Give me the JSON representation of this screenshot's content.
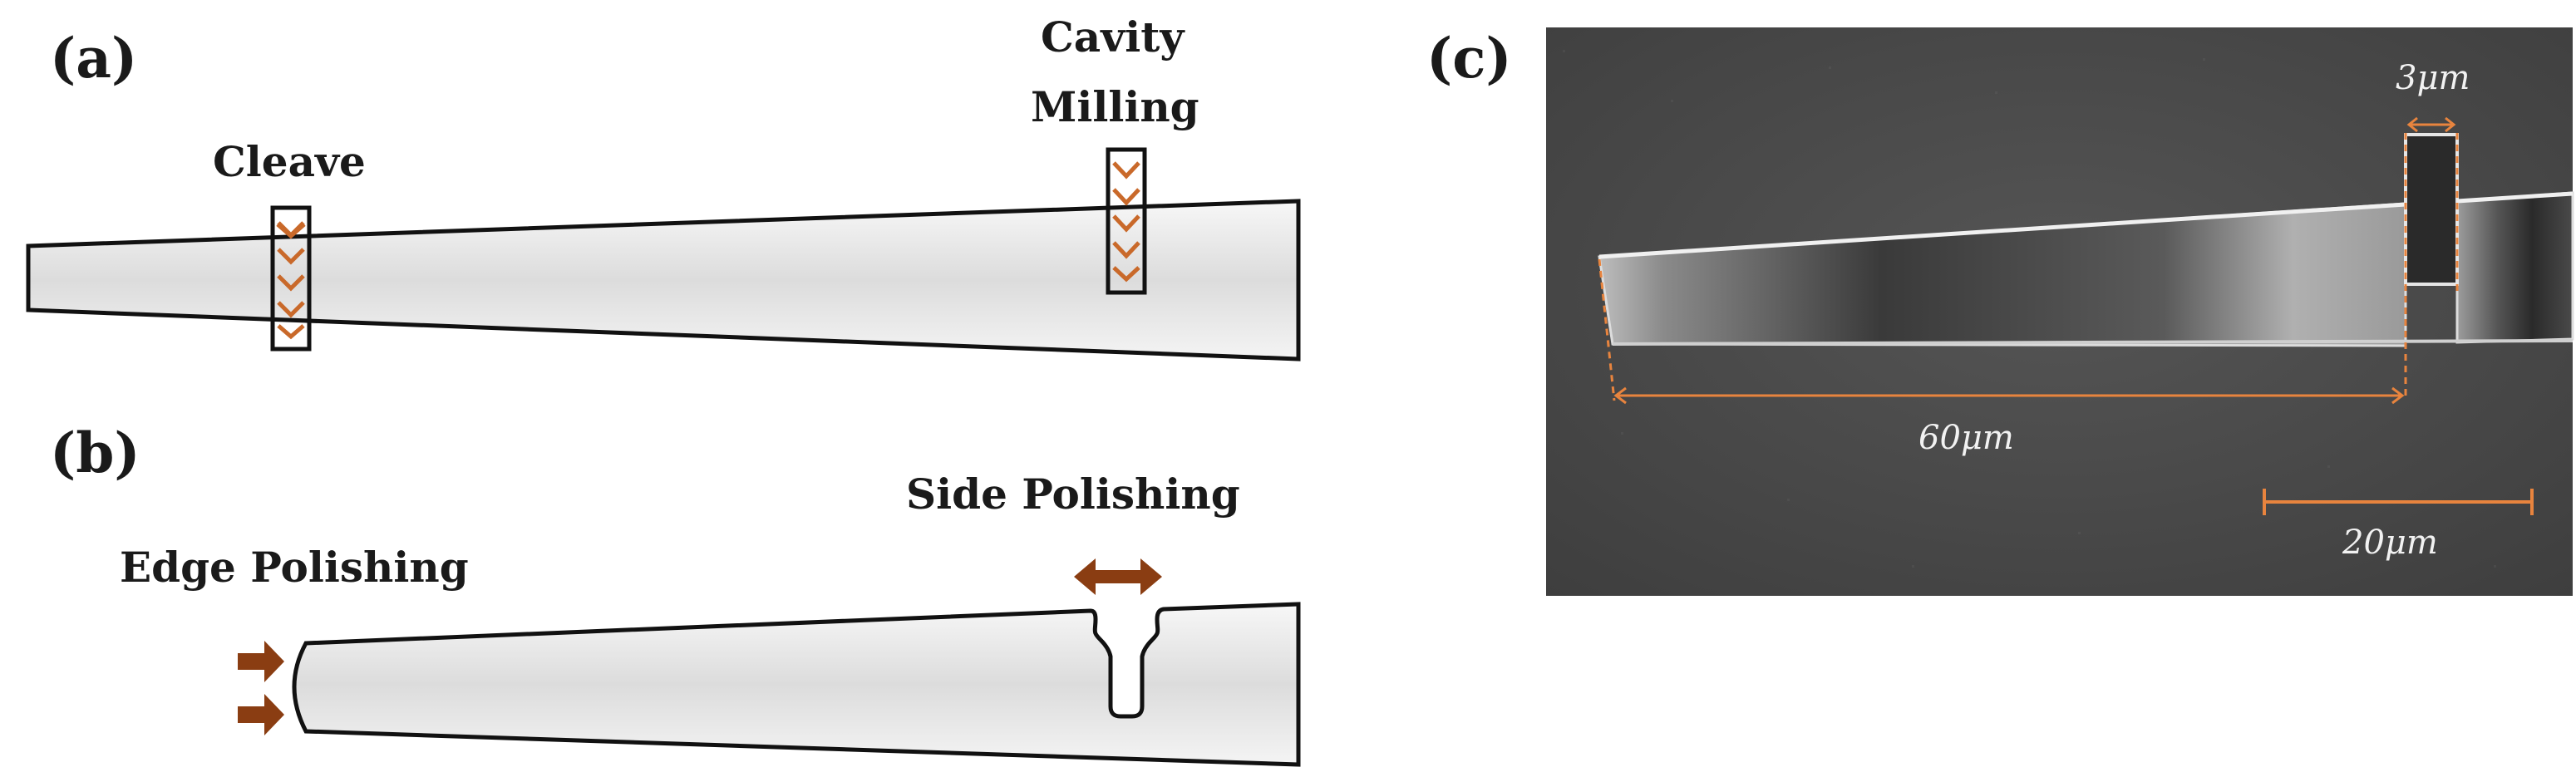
{
  "panels": {
    "a": {
      "label": "(a)",
      "cleave_label": "Cleave",
      "cavity_label_line1": "Cavity",
      "cavity_label_line2": "Milling"
    },
    "b": {
      "label": "(b)",
      "edge_label": "Edge Polishing",
      "side_label": "Side Polishing"
    },
    "c": {
      "label": "(c)",
      "gap_label": "3μm",
      "length_label": "60μm",
      "scalebar_label": "20μm"
    }
  },
  "colors": {
    "outline": "#111111",
    "fiber_fill": "#e9e9e9",
    "orange_marks": "#c9692a",
    "arrow_brown": "#8a3d12",
    "sem_background": "#4a4a4a",
    "measure_orange": "#e8843e"
  }
}
